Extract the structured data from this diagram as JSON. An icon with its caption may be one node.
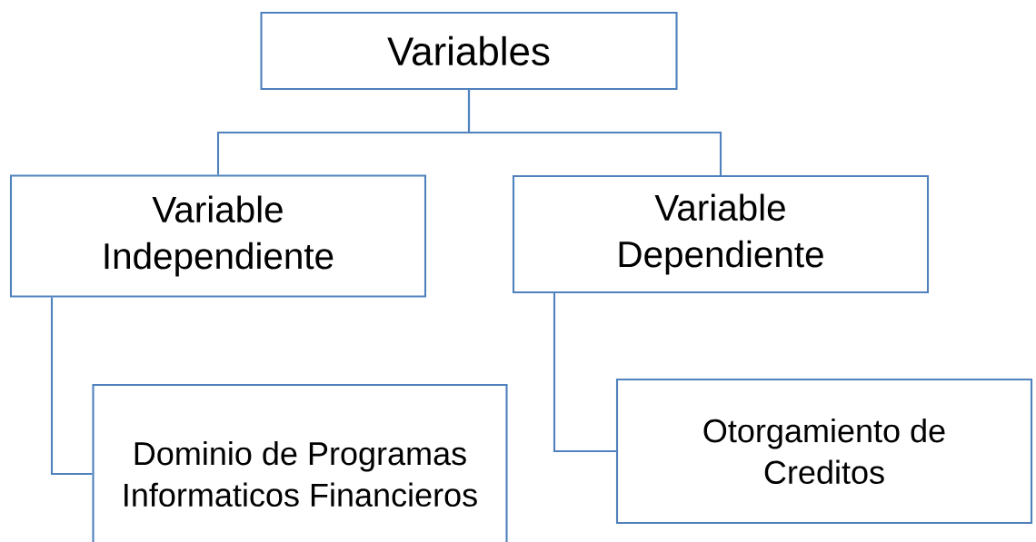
{
  "diagram": {
    "nodes": [
      {
        "text": [
          "Variables"
        ]
      },
      {
        "text": [
          "Variable Independiente"
        ]
      },
      {
        "text": [
          "Variable Dependiente"
        ]
      },
      {
        "text": [
          "Dominio de Programas Informaticos Financieros"
        ]
      },
      {
        "text": [
          "Otorgamiento de Creditos"
        ]
      }
    ],
    "edges": [
      {
        "from": 0,
        "to": 1,
        "arrow": "none"
      },
      {
        "from": 0,
        "to": 2,
        "arrow": "none"
      },
      {
        "from": 1,
        "to": 3,
        "arrow": "none"
      },
      {
        "from": 2,
        "to": 4,
        "arrow": "none"
      }
    ]
  }
}
